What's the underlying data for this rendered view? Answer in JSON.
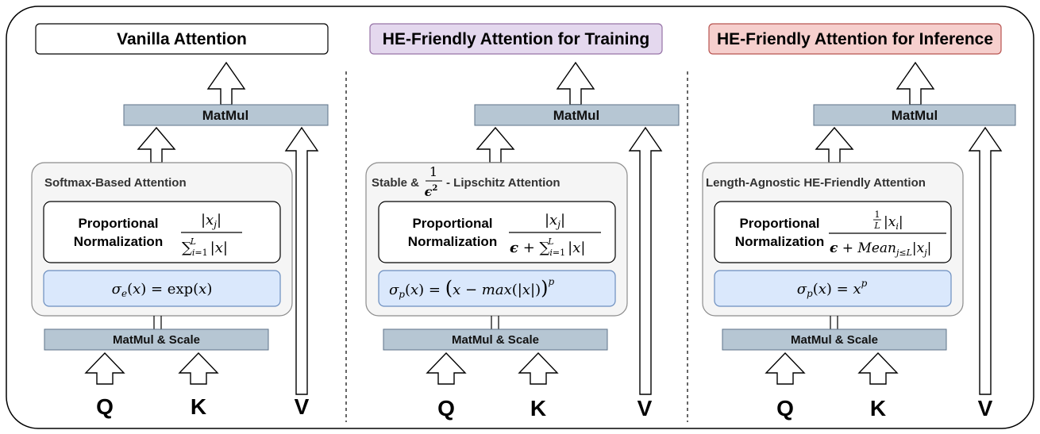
{
  "panels": [
    {
      "title": "Vanilla Attention",
      "top_matmul": "MatMul",
      "group_label": "Softmax-Based Attention",
      "norm_label_1": "Proportional",
      "norm_label_2": "Normalization",
      "bottom_matmul": "MatMul & Scale",
      "inputs": [
        "Q",
        "K",
        "V"
      ]
    },
    {
      "title": "HE-Friendly Attention for Training",
      "top_matmul": "MatMul",
      "group_label_prefix": "Stable &",
      "group_label_suffix": "- Lipschitz Attention",
      "norm_label_1": "Proportional",
      "norm_label_2": "Normalization",
      "bottom_matmul": "MatMul & Scale",
      "inputs": [
        "Q",
        "K",
        "V"
      ]
    },
    {
      "title": "HE-Friendly Attention for Inference",
      "top_matmul": "MatMul",
      "group_label": "Length-Agnostic HE-Friendly Attention",
      "norm_label_1": "Proportional",
      "norm_label_2": "Normalization",
      "bottom_matmul": "MatMul & Scale",
      "inputs": [
        "Q",
        "K",
        "V"
      ]
    }
  ],
  "colors": {
    "title_1": "#ffffff",
    "title_2": "#e4d8ee",
    "title_3": "#f6cfcd",
    "title_3_border": "#b85450",
    "title_2_border": "#9673a6",
    "matmul_fill": "#b6c6d3",
    "matmul_border": "#5d7388",
    "group_fill": "#f5f5f5",
    "group_border": "#8c8c8c",
    "sigma_fill": "#dae8fc",
    "sigma_border": "#6c8ebf"
  }
}
